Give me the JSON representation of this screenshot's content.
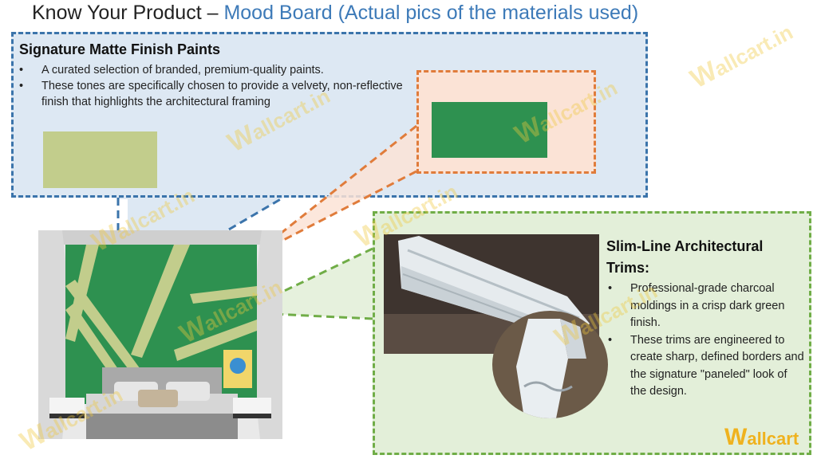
{
  "title": {
    "prefix": "Know Your Product – ",
    "accent": "Mood Board (Actual pics of the materials used)"
  },
  "paint_section": {
    "heading": "Signature Matte Finish Paints",
    "bullets": [
      "A curated selection of branded, premium-quality paints.",
      "These tones are specifically chosen to provide a velvety, non-reflective finish that highlights the architectural framing"
    ],
    "swatch_colors": [
      "#c2cd8c",
      "#2e9150"
    ]
  },
  "trim_section": {
    "heading": "Slim-Line Architectural Trims:",
    "bullets": [
      "Professional-grade charcoal moldings in a crisp dark green finish.",
      "These trims are engineered to create sharp, defined borders and the signature \"paneled\" look of the design."
    ]
  },
  "watermark": {
    "w": "W",
    "text": "allcart.in"
  },
  "logo": {
    "w": "W",
    "text": "allcart"
  },
  "colors": {
    "title_accent": "#3d7ab8",
    "paint_border": "#3b74ab",
    "callout_border": "#e07c3b",
    "trim_border": "#70ad47",
    "wall_green": "#2e9150",
    "stripe": "#c2cd8c"
  }
}
